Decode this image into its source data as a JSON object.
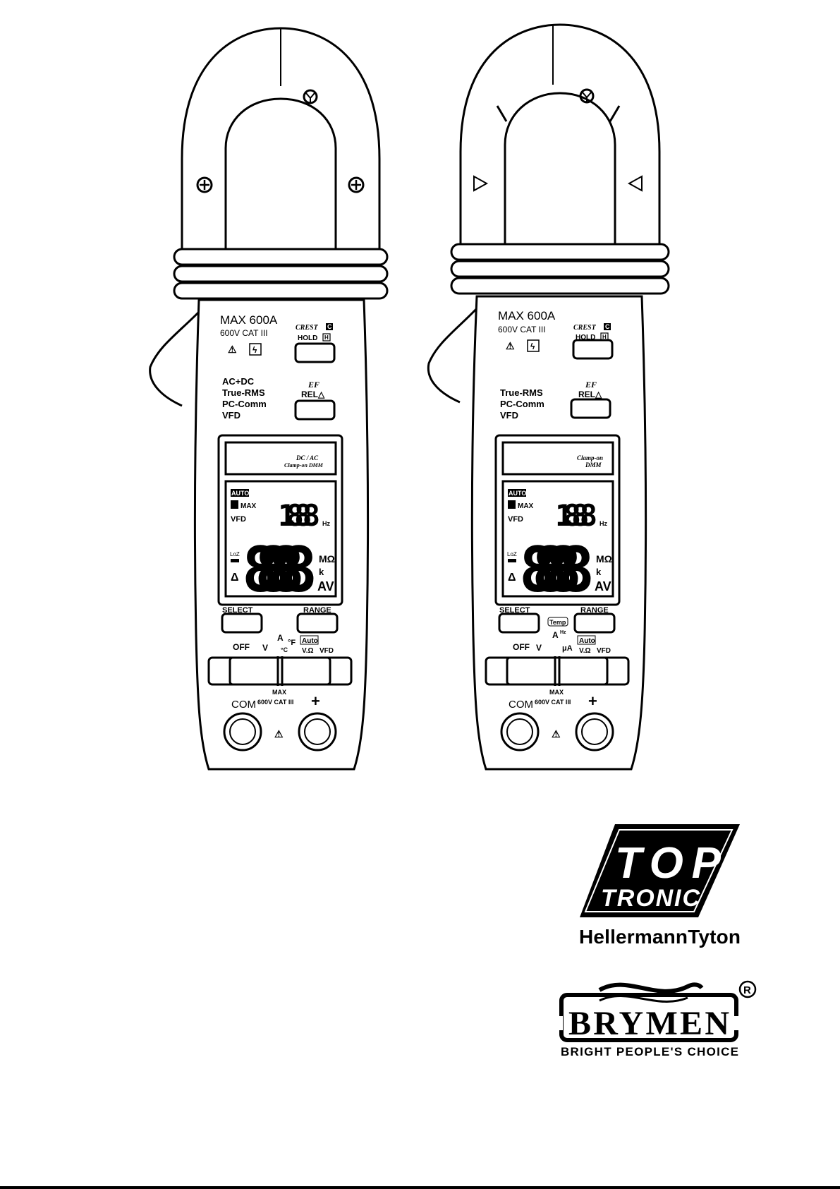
{
  "meters": [
    {
      "id": "left",
      "max_rating": "MAX 600A",
      "cat_rating": "600V CAT III",
      "btn_top_upper": "CREST",
      "btn_top_upper_key": "C",
      "btn_top_lower": "HOLD",
      "btn_top_lower_key": "H",
      "btn_mid_upper": "EF",
      "btn_mid_lower": "REL△",
      "features": [
        "AC+DC",
        "True-RMS",
        "PC-Comm",
        "VFD"
      ],
      "label_line1": "DC / AC",
      "label_line2": "Clamp-on DMM",
      "lcd_auto": "AUTO",
      "lcd_max": "MAX",
      "lcd_vfd": "VFD",
      "lcd_small_digits": "1.8.8.8",
      "lcd_hz": "Hz",
      "lcd_loz": "LoZ",
      "lcd_big_digits": "8.8.8.8",
      "lcd_units": [
        "MΩ",
        "k",
        "AV"
      ],
      "btn_select": "SELECT",
      "btn_range": "RANGE",
      "dial": {
        "off": "OFF",
        "v": "V",
        "a": "A",
        "f": "°F",
        "c": "°C",
        "auto": "Auto",
        "vohm": "V.Ω",
        "vfd": "VFD"
      },
      "term_com": "COM",
      "term_max": "MAX",
      "term_cat": "600V CAT III",
      "term_plus": "+"
    },
    {
      "id": "right",
      "max_rating": "MAX 600A",
      "cat_rating": "600V CAT III",
      "btn_top_upper": "CREST",
      "btn_top_upper_key": "C",
      "btn_top_lower": "HOLD",
      "btn_top_lower_key": "H",
      "btn_mid_upper": "EF",
      "btn_mid_lower": "REL△",
      "features": [
        "True-RMS",
        "PC-Comm",
        "VFD"
      ],
      "label_line1": "Clamp-on",
      "label_line2": "DMM",
      "lcd_auto": "AUTO",
      "lcd_max": "MAX",
      "lcd_vfd": "VFD",
      "lcd_small_digits": "1.8.8.8",
      "lcd_hz": "Hz",
      "lcd_loz": "LoZ",
      "lcd_big_digits": "8.8.8.8",
      "lcd_units": [
        "MΩ",
        "k",
        "AV"
      ],
      "btn_select": "SELECT",
      "btn_range": "RANGE",
      "dial": {
        "off": "OFF",
        "v": "V",
        "a": "A",
        "temp": "Temp",
        "hz": "Hz",
        "ua": "μA",
        "auto": "Auto",
        "vohm": "V.Ω",
        "vfd": "VFD"
      },
      "term_com": "COM",
      "term_max": "MAX",
      "term_cat": "600V CAT III",
      "term_plus": "+"
    }
  ],
  "logos": {
    "top_line1": "TOP",
    "top_line2": "TRONIC",
    "hellermann": "HellermannTyton",
    "brymen": "BRYMEN",
    "brymen_tagline": "BRIGHT PEOPLE'S CHOICE",
    "registered": "R"
  }
}
